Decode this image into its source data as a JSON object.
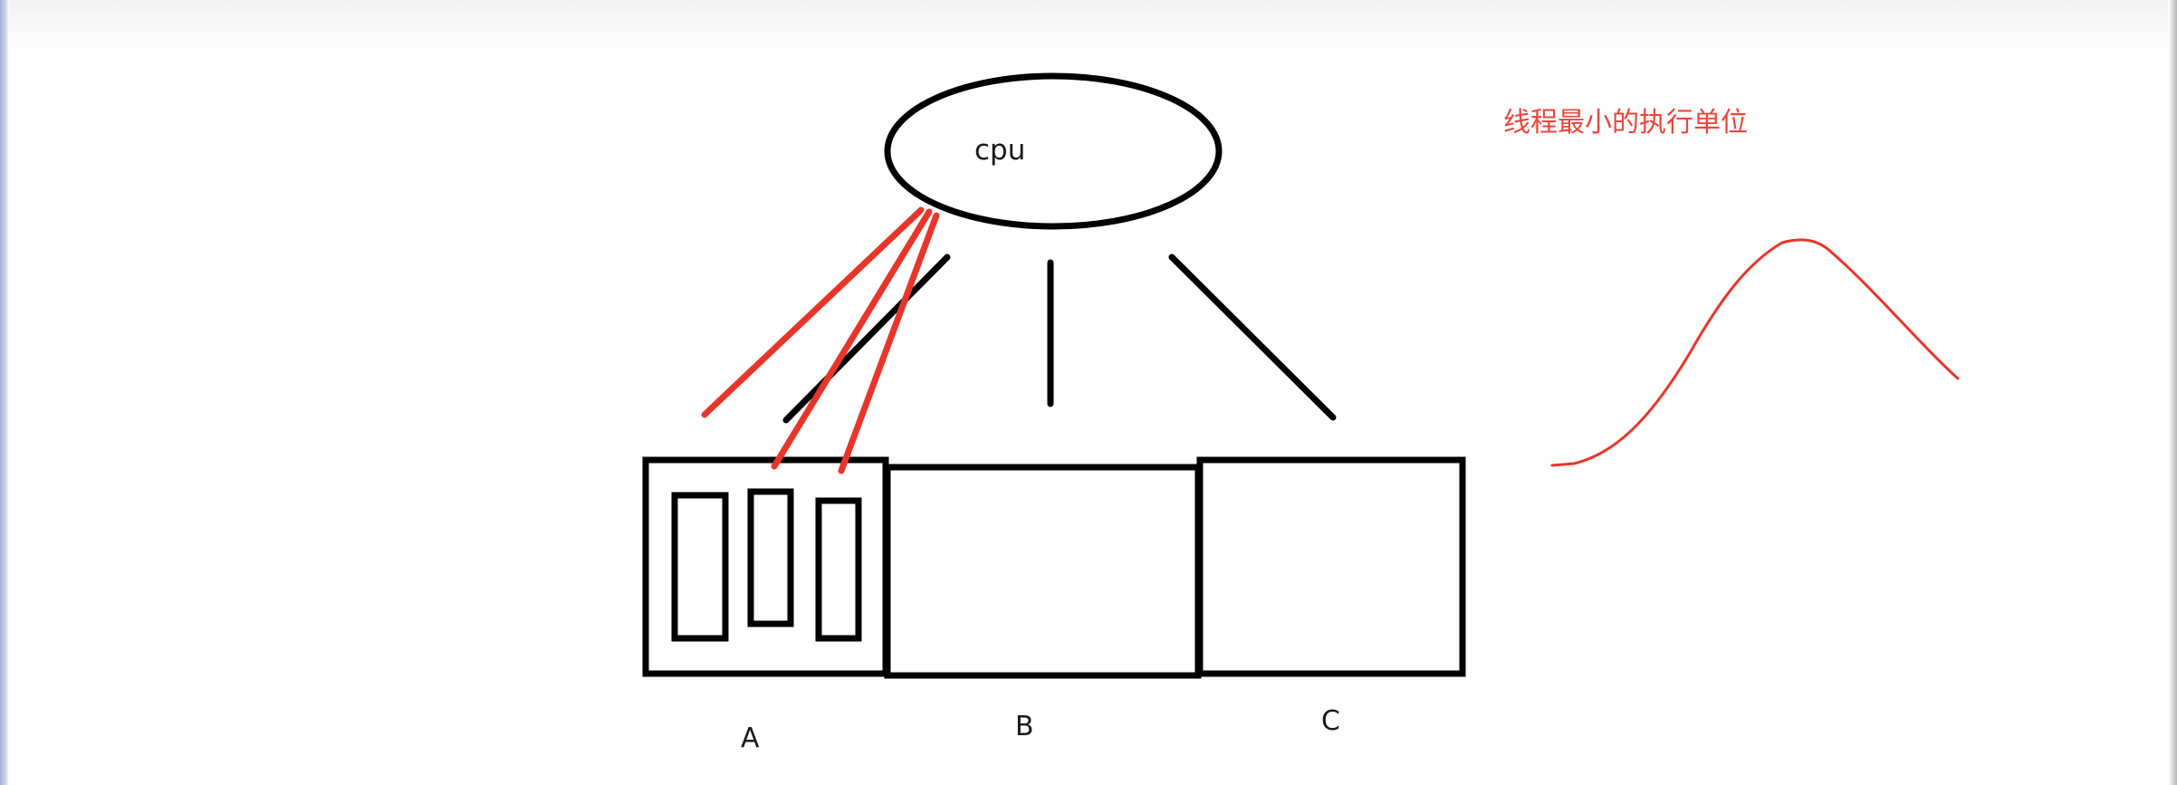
{
  "diagram": {
    "cpu_label": "cpu",
    "process_labels": [
      "A",
      "B",
      "C"
    ],
    "note_text": "线程最小的执行单位"
  },
  "colors": {
    "stroke_black": "#000000",
    "stroke_red": "#e8352a",
    "note_red": "#e8463a",
    "background": "#ffffff"
  }
}
